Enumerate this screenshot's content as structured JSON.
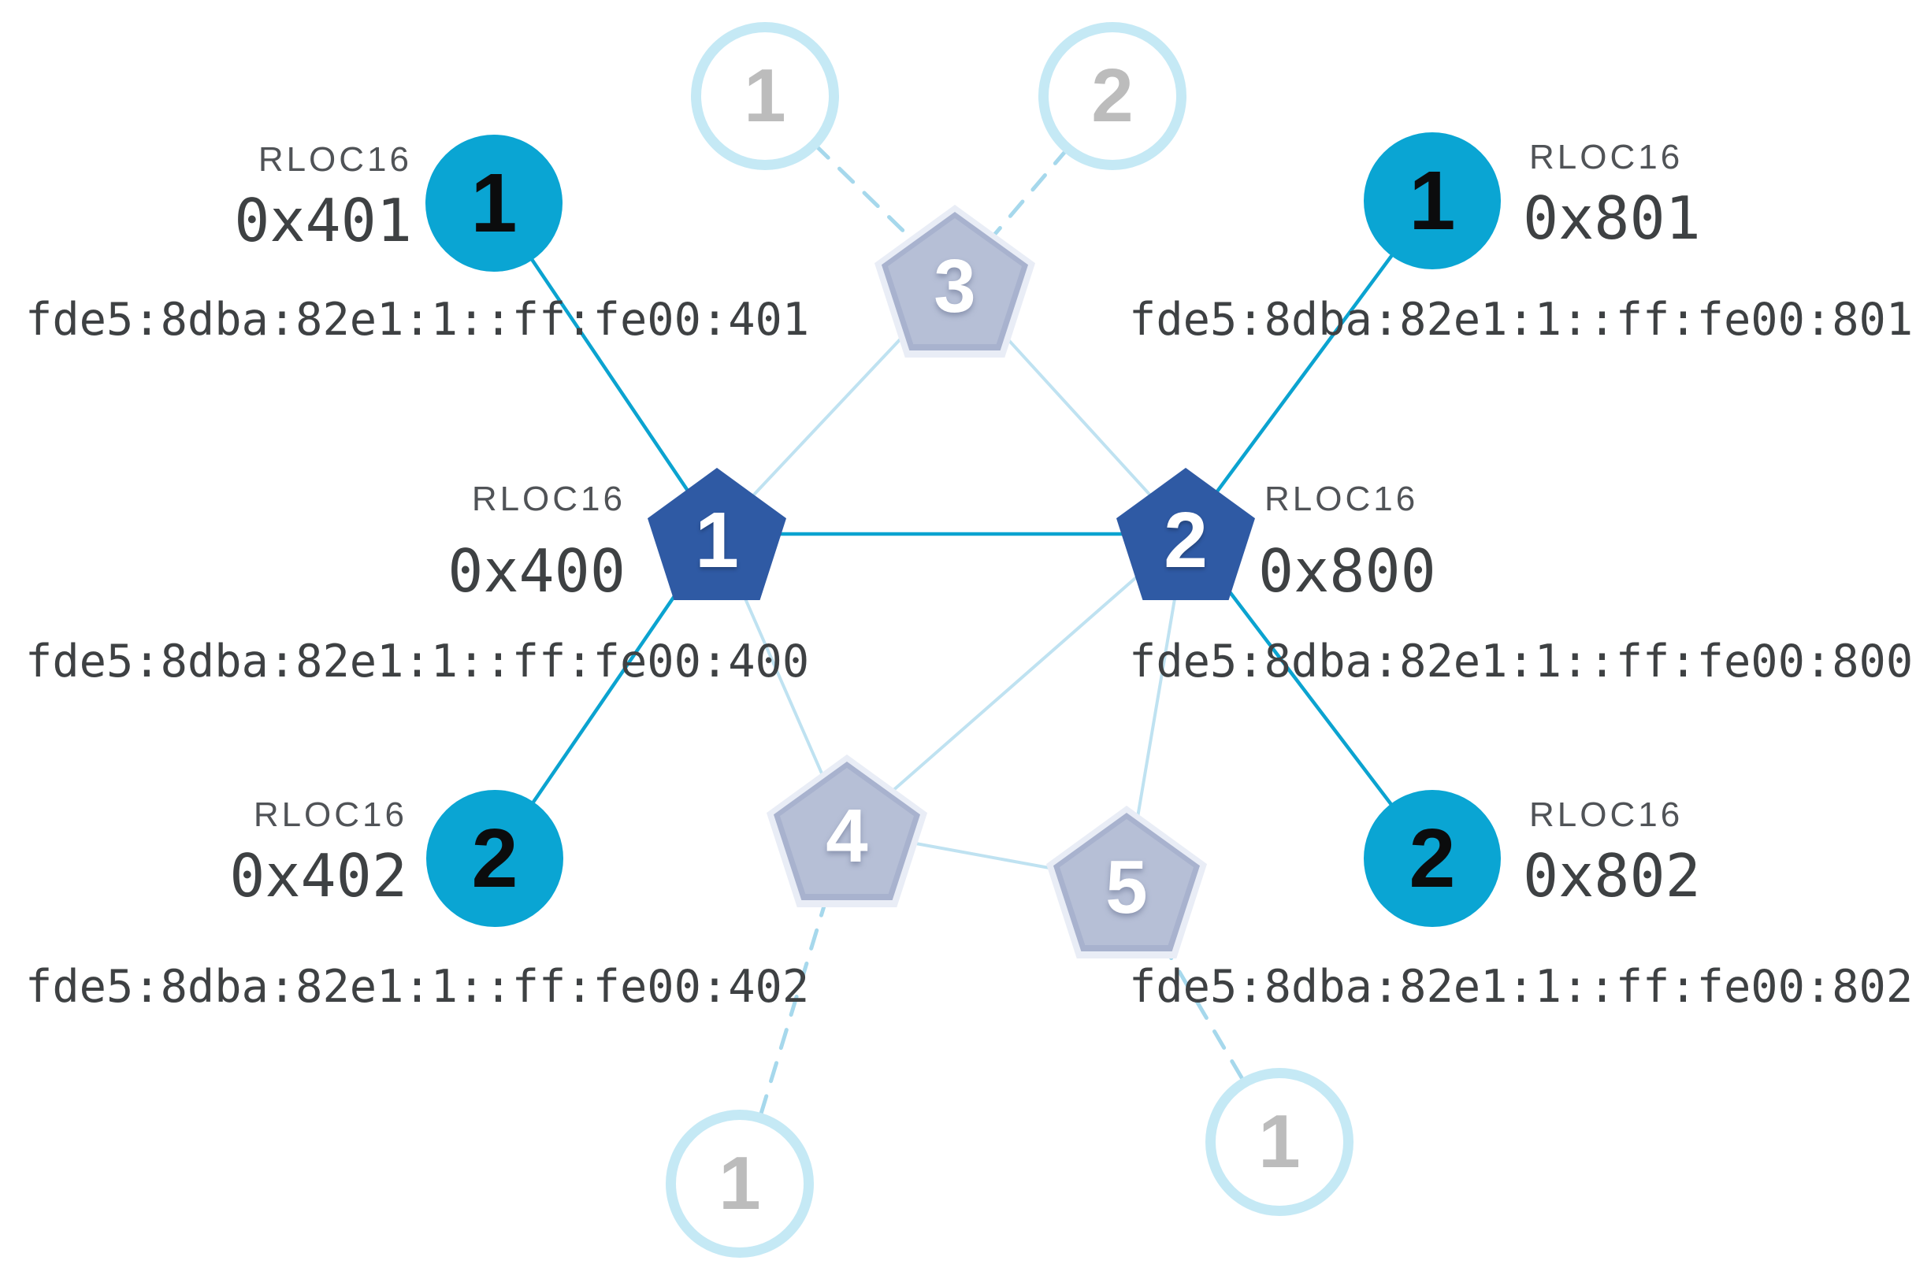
{
  "diagram": {
    "description": "Thread network topology: routers (pentagons) and end-device children (circles) with RLOC16 and IPv6 addresses",
    "rloc_heading": "RLOC16"
  },
  "colors": {
    "teal": "#0aa5d3",
    "teal_line": "#0ba3d0",
    "dark_pentagon": "#2f5aa4",
    "light_pentagon_fill": "#b6bfd6",
    "light_pentagon_border": "#a8b2ce",
    "light_pentagon_halo": "#e9edf6",
    "faded_ring": "#c5e9f5",
    "faded_number": "#bcbcbc",
    "light_line": "#bfe2f1",
    "dashed_line": "#a6d8ec",
    "label_gray": "#505357",
    "value_gray": "#3e4143"
  },
  "nodes": {
    "router1": {
      "number": "1",
      "rloc_label": "RLOC16",
      "rloc": "0x400",
      "ipv6": "fde5:8dba:82e1:1::ff:fe00:400"
    },
    "router2": {
      "number": "2",
      "rloc_label": "RLOC16",
      "rloc": "0x800",
      "ipv6": "fde5:8dba:82e1:1::ff:fe00:800"
    },
    "router3": {
      "number": "3"
    },
    "router4": {
      "number": "4"
    },
    "router5": {
      "number": "5"
    },
    "child_tl": {
      "number": "1",
      "rloc_label": "RLOC16",
      "rloc": "0x401",
      "ipv6": "fde5:8dba:82e1:1::ff:fe00:401"
    },
    "child_bl": {
      "number": "2",
      "rloc_label": "RLOC16",
      "rloc": "0x402",
      "ipv6": "fde5:8dba:82e1:1::ff:fe00:402"
    },
    "child_tr": {
      "number": "1",
      "rloc_label": "RLOC16",
      "rloc": "0x801",
      "ipv6": "fde5:8dba:82e1:1::ff:fe00:801"
    },
    "child_br": {
      "number": "2",
      "rloc_label": "RLOC16",
      "rloc": "0x802",
      "ipv6": "fde5:8dba:82e1:1::ff:fe00:802"
    },
    "faded_t1": {
      "number": "1"
    },
    "faded_t2": {
      "number": "2"
    },
    "faded_b1": {
      "number": "1"
    },
    "faded_b2": {
      "number": "1"
    }
  }
}
